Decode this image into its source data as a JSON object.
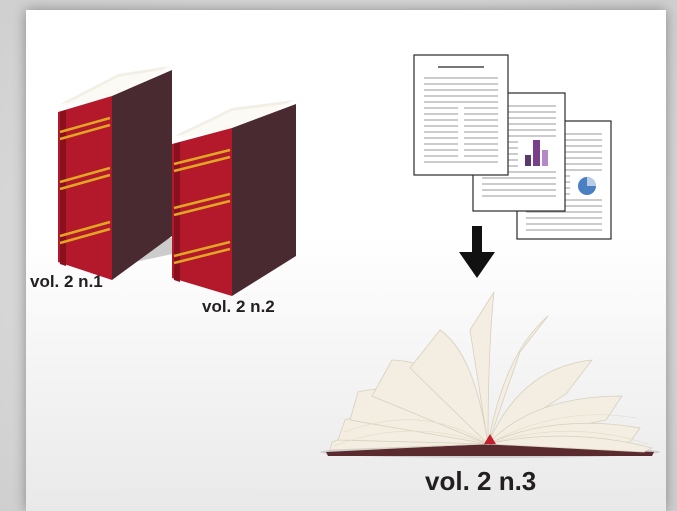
{
  "diagram": {
    "labels": {
      "issue1": "vol. 2 n.1",
      "issue2": "vol. 2 n.2",
      "issue3": "vol. 2 n.3"
    },
    "colors": {
      "book_cover": "#4a2a31",
      "book_spine": "#b3182b",
      "spine_bands": "#e2a624",
      "arrow": "#111111",
      "chart_bar": "#7a3f8a",
      "pie": "#4a7fc1"
    },
    "icons": [
      "closed-book-icon",
      "document-page-icon",
      "down-arrow-icon",
      "open-book-icon"
    ]
  }
}
